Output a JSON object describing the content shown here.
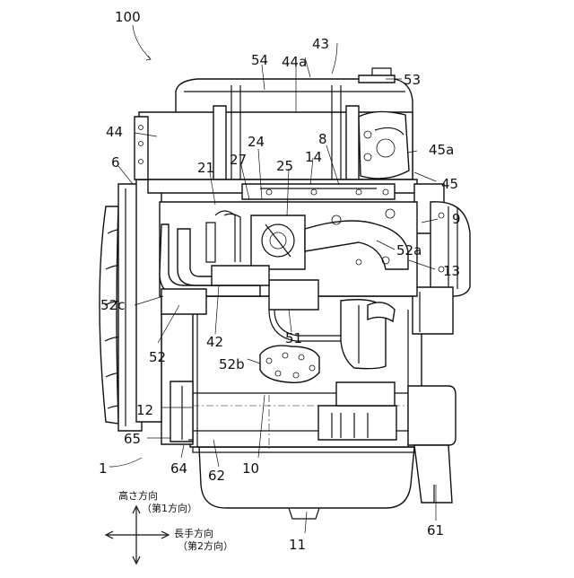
{
  "figure": {
    "labels": {
      "n100": "100",
      "n54": "54",
      "n44a": "44a",
      "n43": "43",
      "n53": "53",
      "n44": "44",
      "n8": "8",
      "n24": "24",
      "n45a": "45a",
      "n6": "6",
      "n21": "21",
      "n27": "27",
      "n25": "25",
      "n14": "14",
      "n45": "45",
      "n9": "9",
      "n52a": "52a",
      "n13": "13",
      "n52c": "52c",
      "n42": "42",
      "n51": "51",
      "n52": "52",
      "n52b": "52b",
      "n12": "12",
      "n65": "65",
      "n1": "1",
      "n64": "64",
      "n62": "62",
      "n10": "10",
      "n61": "61",
      "n11": "11"
    },
    "direction_legend": {
      "height_label": "高さ方向",
      "height_sub": "（第1方向）",
      "length_label": "長手方向",
      "length_sub": "（第2方向）"
    }
  }
}
